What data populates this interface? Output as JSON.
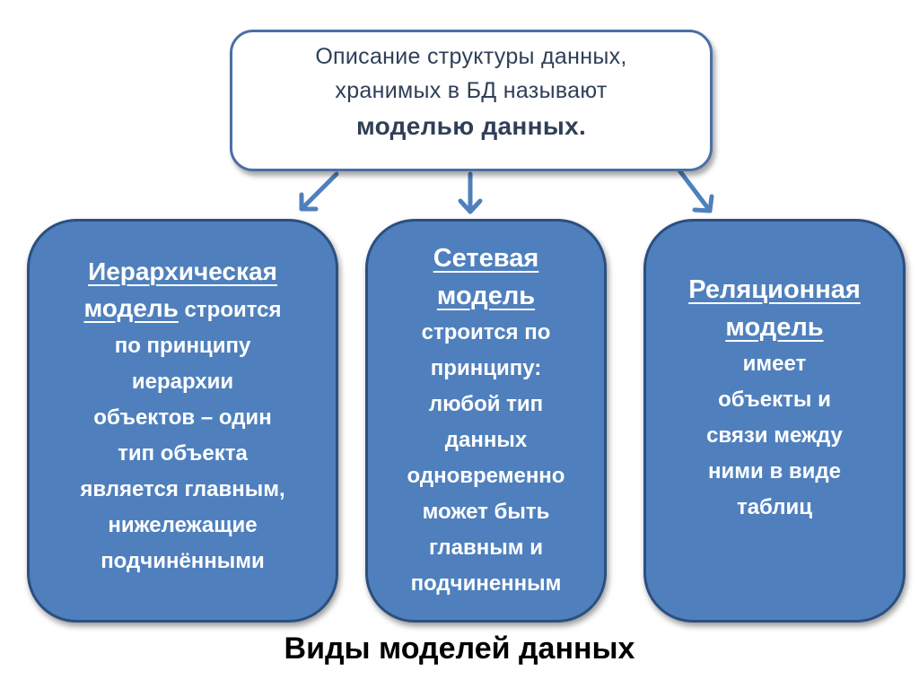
{
  "definition": {
    "line1": "Описание структуры данных,",
    "line2": "хранимых в БД называют",
    "line3": "моделью данных."
  },
  "models": {
    "hierarchical": {
      "title_line1": "Иерархическая",
      "title_line2": "модель",
      "body_line1_rest": " строится",
      "body_lines": [
        "по принципу",
        "иерархии",
        "объектов – один",
        "тип объекта",
        "является главным,",
        "нижележащие",
        "подчинёнными"
      ]
    },
    "network": {
      "title_line1": "Сетевая",
      "title_line2": "модель",
      "body_lines": [
        "строится по",
        "принципу:",
        "любой тип",
        "данных",
        "одновременно",
        "может быть",
        "главным и",
        "подчиненным"
      ]
    },
    "relational": {
      "title_line1": "Реляционная",
      "title_line2": "модель",
      "body_lines": [
        "имеет",
        "объекты и",
        "связи между",
        "ними в виде",
        "таблиц"
      ]
    }
  },
  "caption": "Виды моделей данных",
  "colors": {
    "box_fill": "#4f80bd",
    "box_border": "#2b4f80",
    "definition_border": "#4a6fa5",
    "definition_text": "#2f3f57",
    "arrow": "#4f80bd"
  }
}
